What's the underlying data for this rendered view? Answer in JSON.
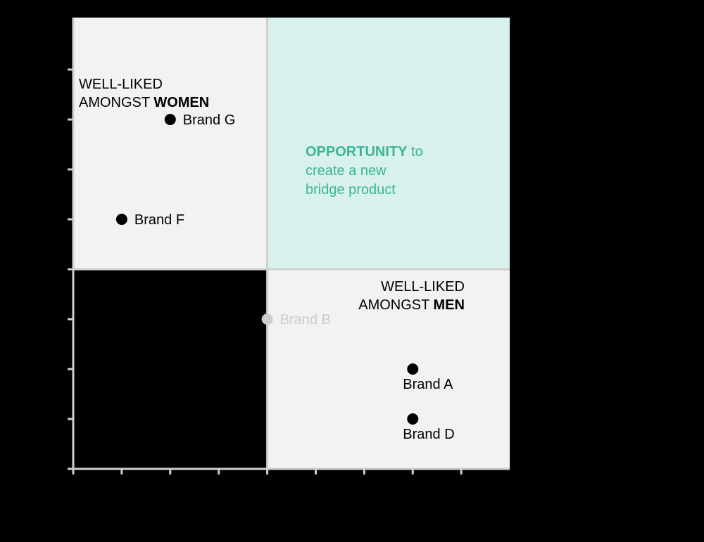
{
  "colors": {
    "background": "#000000",
    "quadrant_light": "#f2f2f2",
    "quadrant_opportunity": "#d8f1ec",
    "opportunity_text": "#3bb598",
    "point_dark": "#000000",
    "point_faded": "#cccccc",
    "axis": "#cfcfcf"
  },
  "quadrants": {
    "women": {
      "line1": "WELL-LIKED",
      "prefix": "AMONGST ",
      "emphasis": "WOMEN"
    },
    "men": {
      "line1": "WELL-LIKED",
      "prefix": "AMONGST ",
      "emphasis": "MEN"
    },
    "opportunity": {
      "emphasis": "OPPORTUNITY",
      "rest1": " to",
      "line2": "create a new",
      "line3": "bridge product"
    }
  },
  "chart_data": {
    "type": "scatter",
    "title": "",
    "xlabel": "",
    "ylabel": "",
    "xlim": [
      1,
      10
    ],
    "ylim": [
      1,
      10
    ],
    "x_ticks": [
      1,
      2,
      3,
      4,
      5,
      6,
      7,
      8,
      9
    ],
    "y_ticks": [
      1,
      2,
      3,
      4,
      5,
      6,
      7,
      8,
      9
    ],
    "quadrant_split": {
      "x": 5,
      "y": 5
    },
    "points": [
      {
        "label": "Brand G",
        "x": 3,
        "y": 8,
        "style": "dark"
      },
      {
        "label": "Brand F",
        "x": 2,
        "y": 6,
        "style": "dark"
      },
      {
        "label": "Brand B",
        "x": 5,
        "y": 4,
        "style": "faded"
      },
      {
        "label": "Brand A",
        "x": 8,
        "y": 3,
        "style": "dark"
      },
      {
        "label": "Brand D",
        "x": 8,
        "y": 2,
        "style": "dark"
      }
    ]
  }
}
